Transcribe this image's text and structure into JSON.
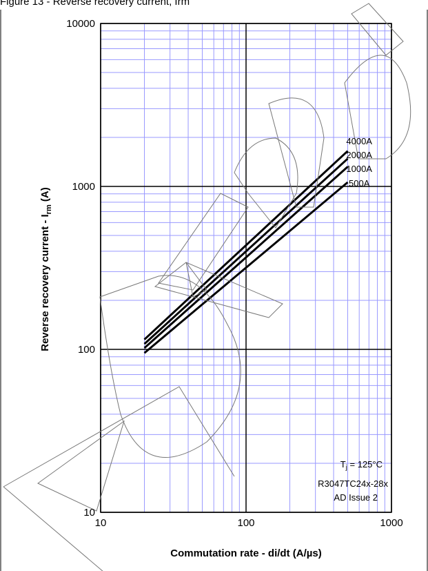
{
  "figure_caption": "Figure 13 - Reverse recovery current, Irm",
  "chart_data": {
    "type": "line",
    "title": "",
    "xlabel": "Commutation rate - di/dt (A/µs)",
    "ylabel_main": "Reverse recovery current - I",
    "ylabel_sub": "rm",
    "ylabel_tail": " (A)",
    "x_scale": "log",
    "y_scale": "log",
    "xlim": [
      10,
      1000
    ],
    "ylim": [
      10,
      10000
    ],
    "x_ticks": [
      "10",
      "100",
      "1000"
    ],
    "y_ticks": [
      "10",
      "100",
      "1000",
      "10000"
    ],
    "grid": true,
    "series": [
      {
        "name": "4000A",
        "x": [
          20,
          500
        ],
        "y": [
          115,
          1650
        ]
      },
      {
        "name": "2000A",
        "x": [
          20,
          500
        ],
        "y": [
          108,
          1480
        ]
      },
      {
        "name": "1000A",
        "x": [
          20,
          500
        ],
        "y": [
          102,
          1320
        ]
      },
      {
        "name": "500A",
        "x": [
          20,
          500
        ],
        "y": [
          95,
          1060
        ]
      }
    ],
    "annotations": {
      "tj_main": "T",
      "tj_sub": "j",
      "tj_tail": " = 125°C",
      "part_number": "R3047TC24x-28x",
      "issue": "AD Issue 2"
    }
  },
  "colors": {
    "grid_minor": "#9999ff",
    "grid_major": "#000000",
    "series": "#000000",
    "watermark": "#777777"
  }
}
